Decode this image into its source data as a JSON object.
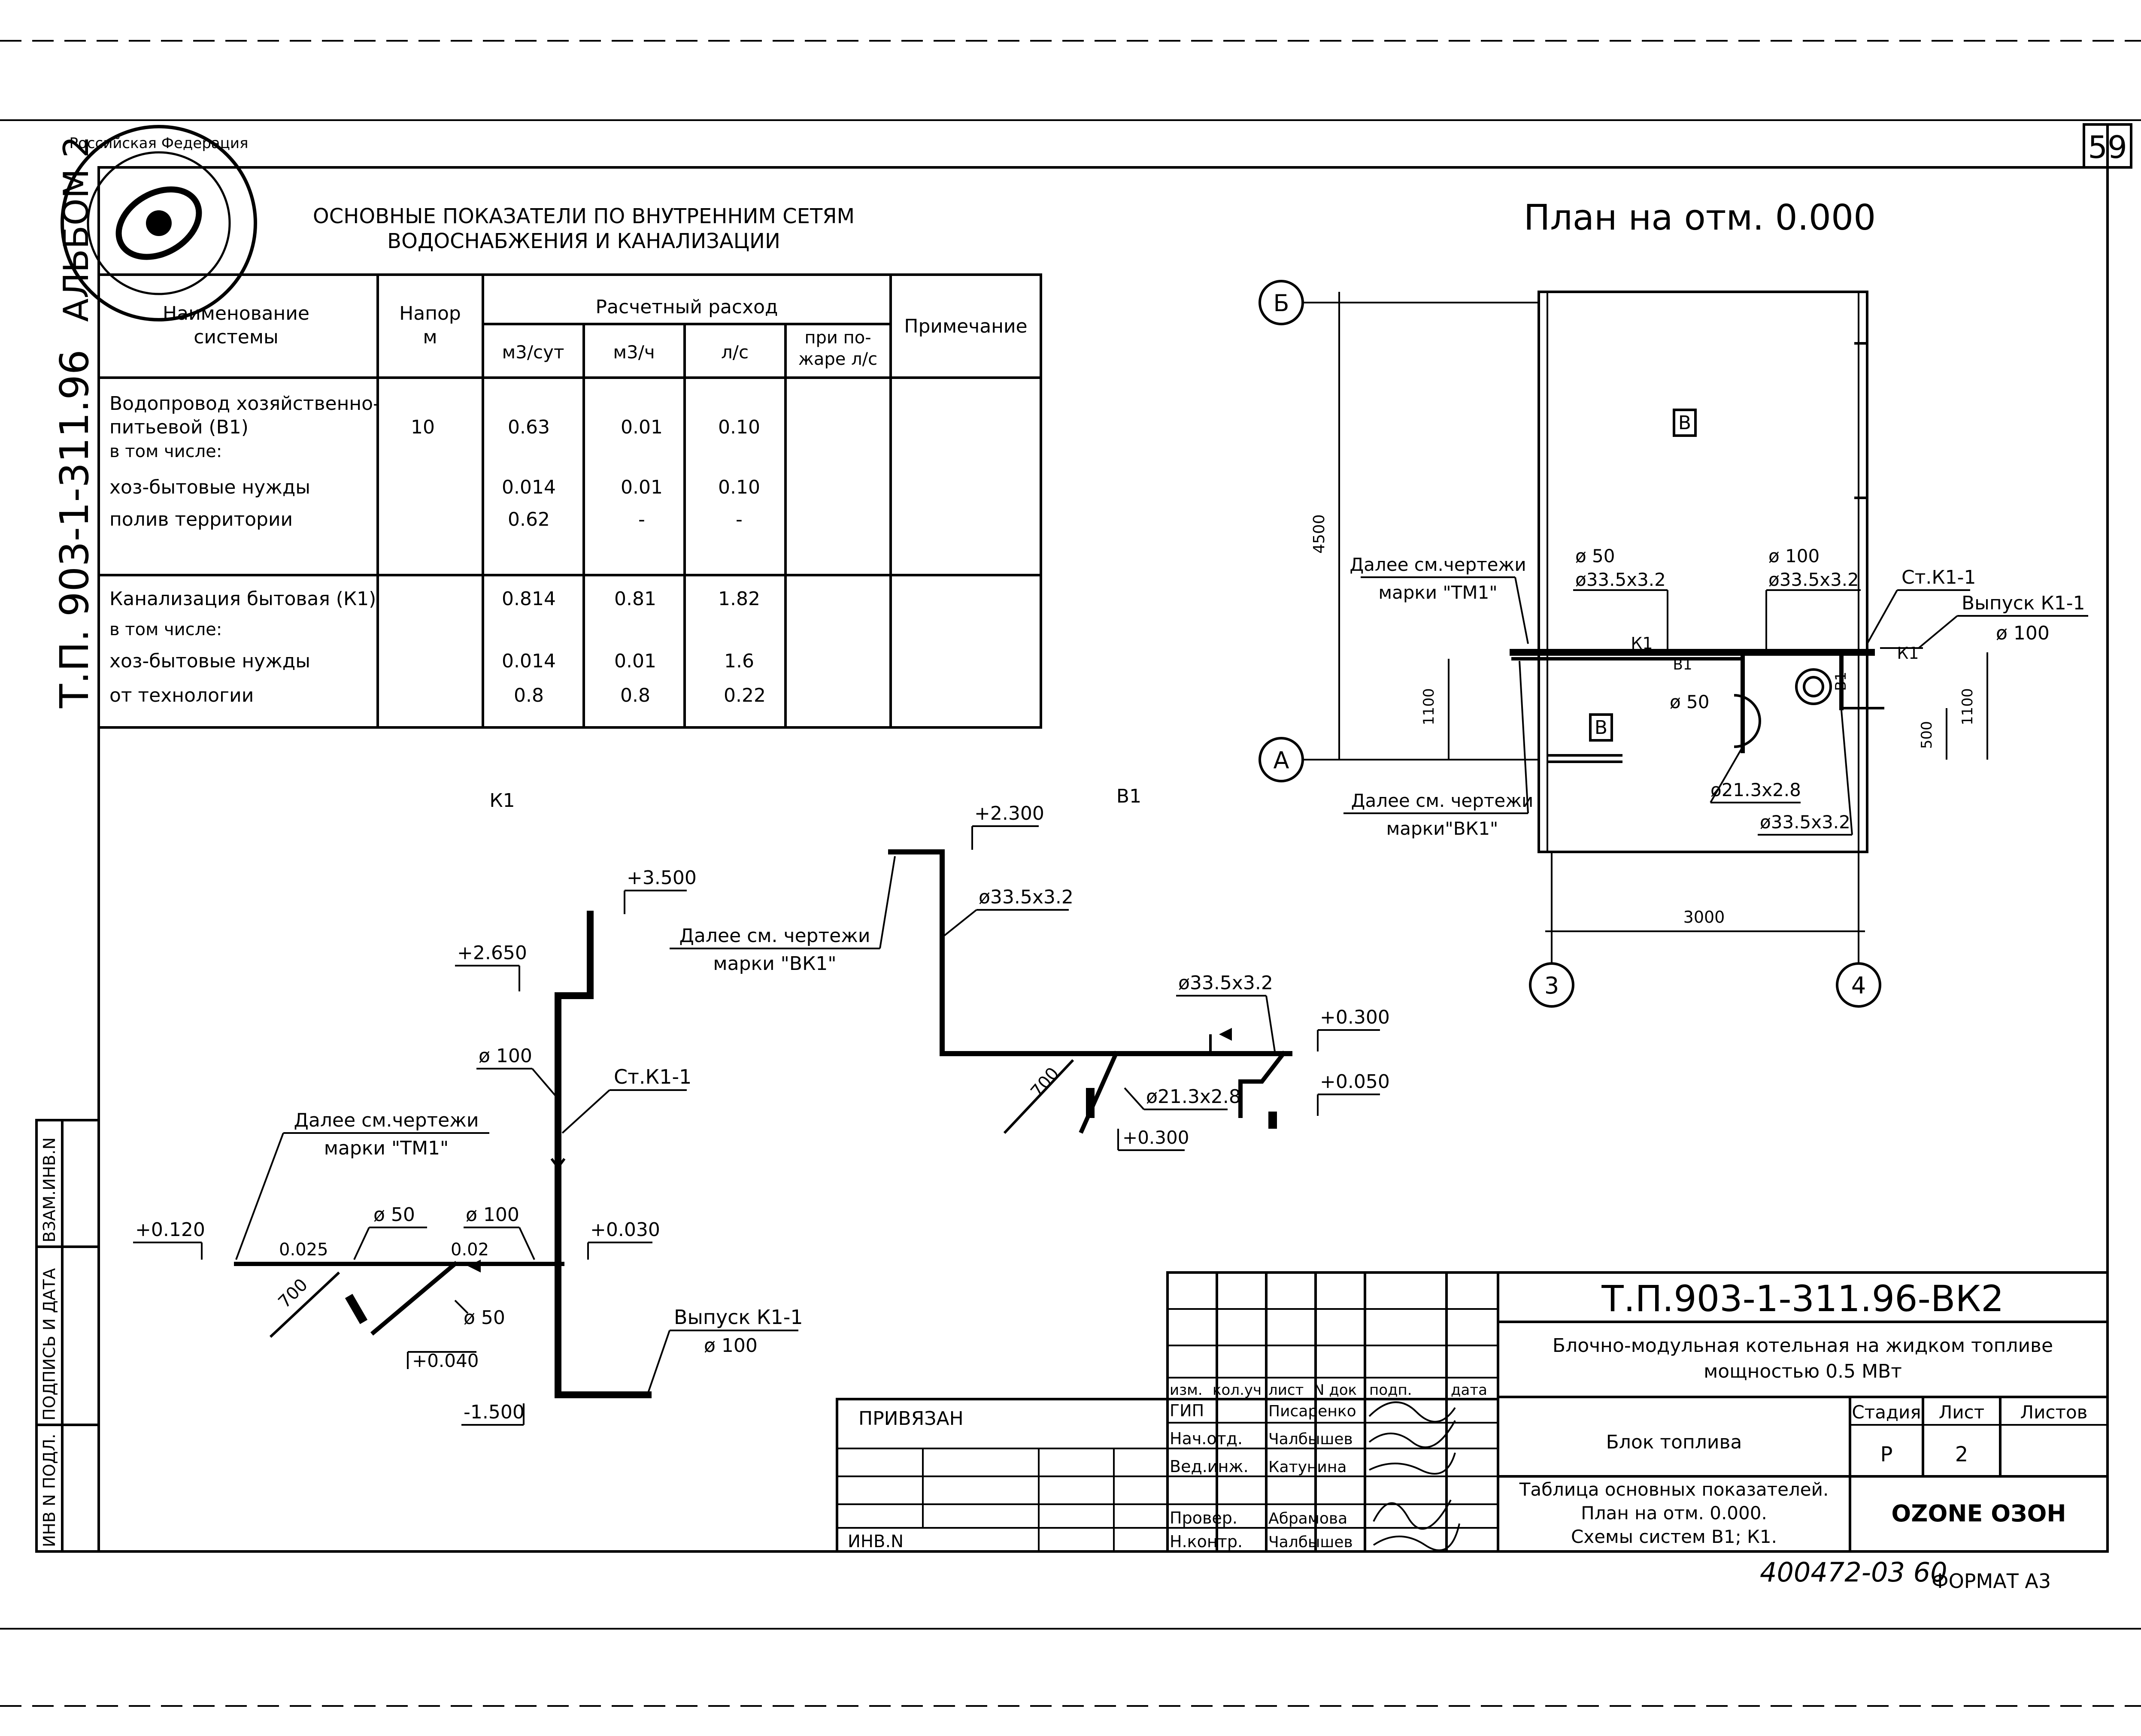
{
  "sheet_number": "59",
  "side_label": "Т.П. 903-1-311.96",
  "album_label": "АЛЬБОМ 2",
  "table": {
    "title_line1": "ОСНОВНЫЕ ПОКАЗАТЕЛИ ПО ВНУТРЕННИМ СЕТЯМ",
    "title_line2": "ВОДОСНАБЖЕНИЯ И КАНАЛИЗАЦИИ",
    "h_name1": "Наименование",
    "h_name2": "системы",
    "h_head1": "Напор",
    "h_head2": "м",
    "h_flow": "Расчетный расход",
    "h_m3day": "м3/сут",
    "h_m3h": "м3/ч",
    "h_ls": "л/с",
    "h_fire1": "при по-",
    "h_fire2": "жаре л/с",
    "h_note": "Примечание",
    "water": {
      "name1": "Водопровод хозяйственно-",
      "name2": "питьевой (В1)",
      "name3": "в том числе:",
      "name4": "хоз-бытовые нужды",
      "name5": "полив территории",
      "head": "10",
      "m3day": [
        "0.63",
        "0.014",
        "0.62"
      ],
      "m3h": [
        "0.01",
        "0.01",
        "-"
      ],
      "ls": [
        "0.10",
        "0.10",
        "-"
      ]
    },
    "sewer": {
      "name1": "Канализация бытовая (К1)",
      "name2": "в том числе:",
      "name3": "хоз-бытовые нужды",
      "name4": "от технологии",
      "m3day": [
        "0.814",
        "0.014",
        "0.8"
      ],
      "m3h": [
        "0.81",
        "0.01",
        "0.8"
      ],
      "ls": [
        "1.82",
        "1.6",
        "0.22"
      ]
    }
  },
  "plan": {
    "title": "План на отм. 0.000",
    "axis_b": "Б",
    "axis_a": "А",
    "axis_3": "3",
    "axis_4": "4",
    "room_b1": "В",
    "room_b2": "В",
    "dim_4500": "4500",
    "dim_1100_left": "1100",
    "dim_1100_right": "1100",
    "dim_500": "500",
    "dim_3000": "3000",
    "further_tm1_1": "Далее см.чертежи",
    "further_tm1_2": "марки \"ТМ1\"",
    "further_vk1_1": "Далее см. чертежи",
    "further_vk1_2": "марки\"ВК1\"",
    "d50": "ø 50",
    "d33_1": "ø33.5x3.2",
    "d100": "ø 100",
    "d33_2": "ø33.5x3.2",
    "stk": "Ст.К1-1",
    "outlet": "Выпуск К1-1",
    "outlet_d": "ø 100",
    "k1_a": "К1",
    "k1_b": "К1",
    "b1_a": "В1",
    "b1_b": "В1",
    "d50b": "ø 50",
    "d21": "ø21.3x2.8",
    "d33_3": "ø33.5x3.2"
  },
  "k1": {
    "title": "К1",
    "e3500": "+3.500",
    "e2650": "+2.650",
    "d100": "ø 100",
    "stk": "Ст.К1-1",
    "further1": "Далее см.чертежи",
    "further2": "марки \"ТМ1\"",
    "e0120": "+0.120",
    "d50a": "ø 50",
    "d100b": "ø 100",
    "e0030": "+0.030",
    "s0025": "0.025",
    "s002": "0.02",
    "l700": "700",
    "d50b": "ø 50",
    "e0040": "+0.040",
    "outlet": "Выпуск К1-1",
    "outlet_d": "ø 100",
    "e1500": "-1.500"
  },
  "b1": {
    "title": "В1",
    "e2300": "+2.300",
    "d33a": "ø33.5x3.2",
    "further1": "Далее см. чертежи",
    "further2": "марки \"ВК1\"",
    "d33b": "ø33.5x3.2",
    "e0300a": "+0.300",
    "l700": "700",
    "d21": "ø21.3x2.8",
    "e0050": "+0.050",
    "e0300b": "+0.300"
  },
  "stamp": {
    "doc_code": "Т.П.903-1-311.96-ВК2",
    "project1": "Блочно-модульная котельная на жидком топливе",
    "project2": "мощностью 0.5 МВт",
    "h_izm": "изм.",
    "h_koluch": "кол.уч",
    "h_list": "лист",
    "h_ndok": "N док",
    "h_podp": "подп.",
    "h_data": "дата",
    "r_gip": "ГИП",
    "r_nach": "Нач.отд.",
    "r_ved": "Вед.инж.",
    "r_prov": "Провер.",
    "r_nkontr": "Н.контр.",
    "n_gip": "Писаренко",
    "n_nach": "Чалбышев",
    "n_ved": "Катунина",
    "n_prov": "Абрамова",
    "n_nkontr": "Чалбышев",
    "block": "Блок топлива",
    "h_stage": "Стадия",
    "h_sheet": "Лист",
    "h_sheets": "Листов",
    "stage": "Р",
    "sheet": "2",
    "desc1": "Таблица основных показателей.",
    "desc2": "План на отм. 0.000.",
    "desc3": "Схемы систем В1; К1.",
    "logo": "OZONE ОЗОН",
    "privyazan": "ПРИВЯЗАН",
    "inv": "ИНВ.N"
  },
  "side_boxes": {
    "vzam": "ВЗАМ.ИНВ.N",
    "podp": "ПОДПИСЬ И ДАТА",
    "inv": "ИНВ N ПОДЛ."
  },
  "footer_code": "400472-03 60",
  "format": "ФОРМАТ А3",
  "seal_text": "Российская Федерация"
}
